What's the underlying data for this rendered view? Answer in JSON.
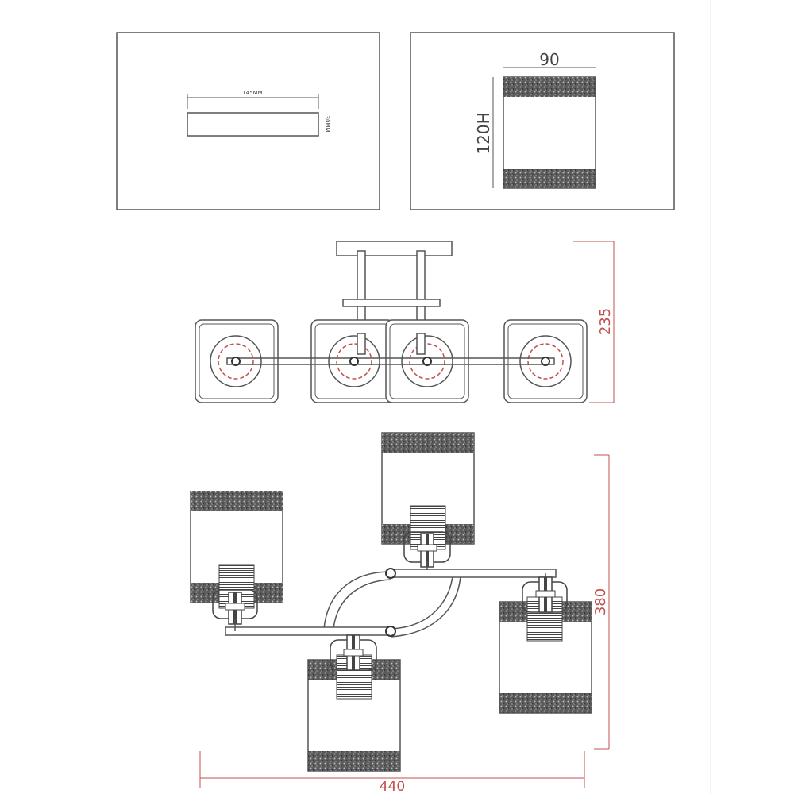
{
  "panels": {
    "base_box": {
      "width_label": "145MM",
      "height_label": "30MM"
    },
    "shade_box": {
      "width_label": "90",
      "height_label": "120H"
    }
  },
  "dimensions": {
    "side_height": "235",
    "top_depth": "380",
    "top_width": "440"
  },
  "colors": {
    "line": "#555555",
    "dimension": "#c0504d",
    "hatch": "#3a3a3a"
  }
}
